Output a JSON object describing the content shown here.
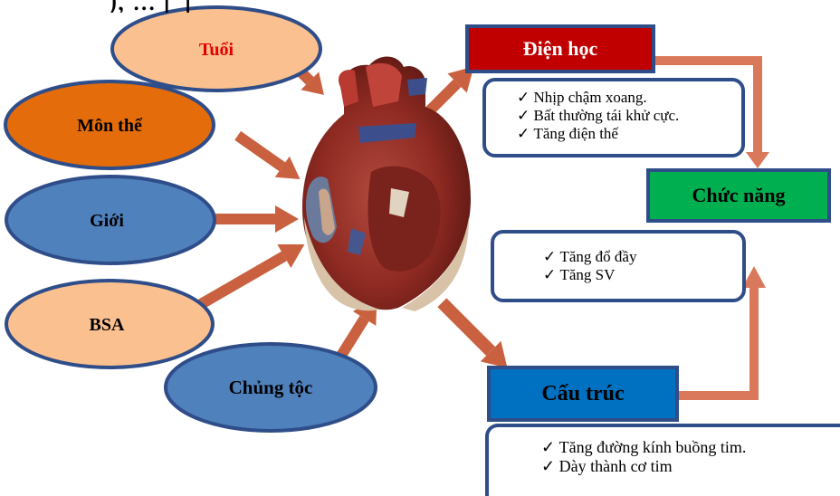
{
  "header_fragment": "), ... [ ]",
  "factors": [
    {
      "label": "Tuổi",
      "fill": "#fbc08f",
      "text_color": "#e00000"
    },
    {
      "label": "Môn thể",
      "fill": "#e46c0a",
      "text_color": "#000000"
    },
    {
      "label": "Giới",
      "fill": "#4f81bd",
      "text_color": "#000000"
    },
    {
      "label": "BSA",
      "fill": "#fbc08f",
      "text_color": "#000000"
    },
    {
      "label": "Chủng tộc",
      "fill": "#4f81bd",
      "text_color": "#000000"
    }
  ],
  "dien_hoc": {
    "title": "Điện học",
    "fill": "#c00000",
    "items": [
      "Nhịp chậm xoang.",
      "Bất thường tái khử cực.",
      "Tăng điện thế"
    ]
  },
  "chuc_nang": {
    "title": "Chức năng",
    "fill": "#00b050",
    "items": [
      "Tăng đổ đầy",
      "Tăng SV"
    ]
  },
  "cau_truc": {
    "title": "Cấu trúc",
    "fill": "#0070c0",
    "items": [
      "Tăng đường kính buồng tim.",
      "Dày thành cơ tim"
    ]
  },
  "colors": {
    "arrow": "#c0583a",
    "border": "#2f4d89"
  },
  "icons": [
    "heart-illustration-icon"
  ]
}
